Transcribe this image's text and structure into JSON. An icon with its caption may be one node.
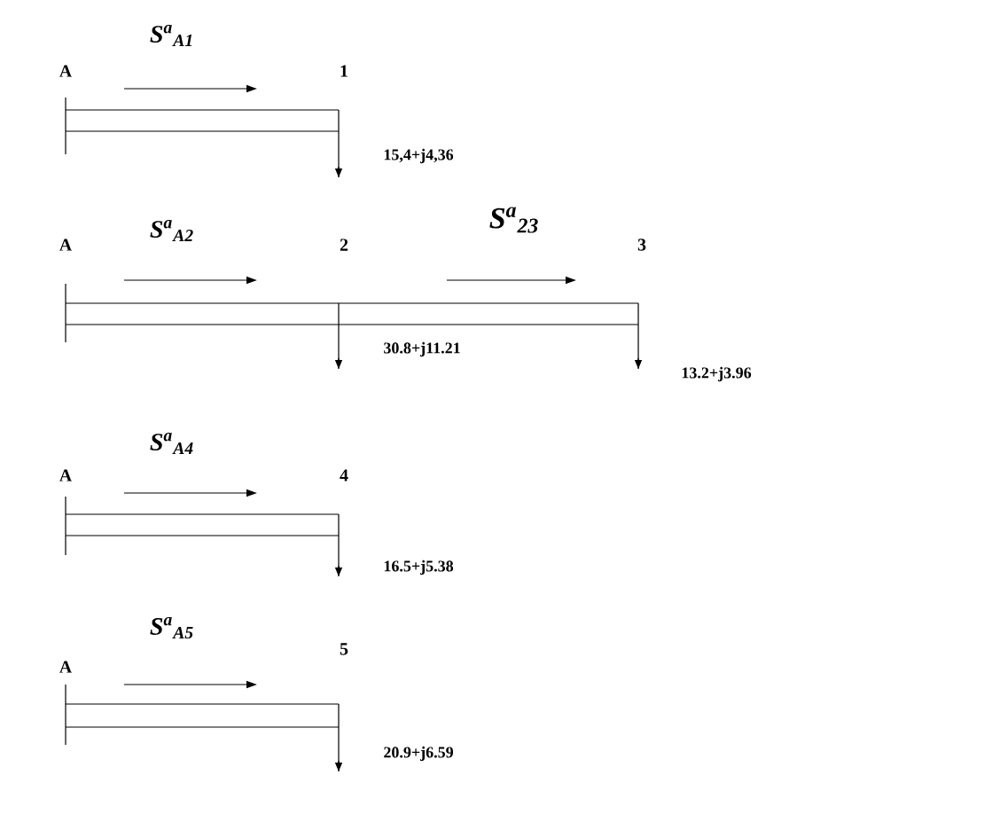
{
  "diagram": {
    "labels": [
      "S$^{a}$$_{A1}$",
      "A",
      "1",
      "15,4+j4,36",
      "S$^{a}$$_{A2}$",
      "S$^{a}$$_{23}$",
      "A",
      "2",
      "3",
      "30.8+j11.21",
      "13.2+j3.96",
      "S$^{a}$$_{A4}$",
      "A",
      "4",
      "16.5+j5.38",
      "S$^{a}$$_{A5}$",
      "A",
      "5",
      "20.9+j6.59"
    ]
  }
}
